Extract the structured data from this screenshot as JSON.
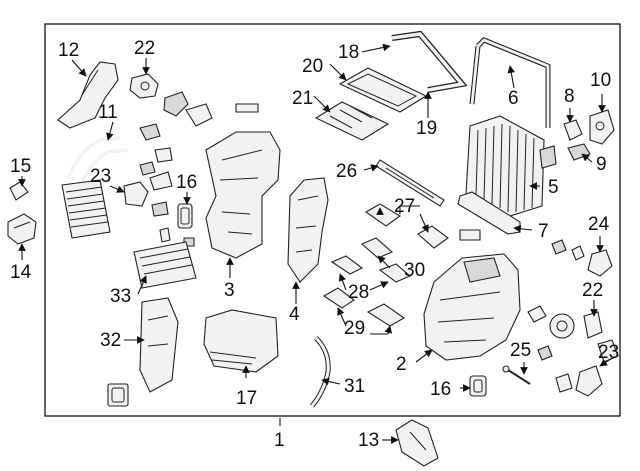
{
  "diagram": {
    "callouts": [
      {
        "id": "c1",
        "text": "1"
      },
      {
        "id": "c2",
        "text": "2"
      },
      {
        "id": "c3",
        "text": "3"
      },
      {
        "id": "c4",
        "text": "4"
      },
      {
        "id": "c5",
        "text": "5"
      },
      {
        "id": "c6",
        "text": "6"
      },
      {
        "id": "c7",
        "text": "7"
      },
      {
        "id": "c8",
        "text": "8"
      },
      {
        "id": "c9",
        "text": "9"
      },
      {
        "id": "c10",
        "text": "10"
      },
      {
        "id": "c11",
        "text": "11"
      },
      {
        "id": "c12",
        "text": "12"
      },
      {
        "id": "c13",
        "text": "13"
      },
      {
        "id": "c14",
        "text": "14"
      },
      {
        "id": "c15",
        "text": "15"
      },
      {
        "id": "c16a",
        "text": "16"
      },
      {
        "id": "c16b",
        "text": "16"
      },
      {
        "id": "c17",
        "text": "17"
      },
      {
        "id": "c18",
        "text": "18"
      },
      {
        "id": "c19",
        "text": "19"
      },
      {
        "id": "c20",
        "text": "20"
      },
      {
        "id": "c21",
        "text": "21"
      },
      {
        "id": "c22a",
        "text": "22"
      },
      {
        "id": "c22b",
        "text": "22"
      },
      {
        "id": "c23a",
        "text": "23"
      },
      {
        "id": "c23b",
        "text": "23"
      },
      {
        "id": "c24",
        "text": "24"
      },
      {
        "id": "c25",
        "text": "25"
      },
      {
        "id": "c26",
        "text": "26"
      },
      {
        "id": "c27",
        "text": "27"
      },
      {
        "id": "c28",
        "text": "28"
      },
      {
        "id": "c29",
        "text": "29"
      },
      {
        "id": "c30",
        "text": "30"
      },
      {
        "id": "c31",
        "text": "31"
      },
      {
        "id": "c32",
        "text": "32"
      },
      {
        "id": "c33",
        "text": "33"
      }
    ]
  }
}
